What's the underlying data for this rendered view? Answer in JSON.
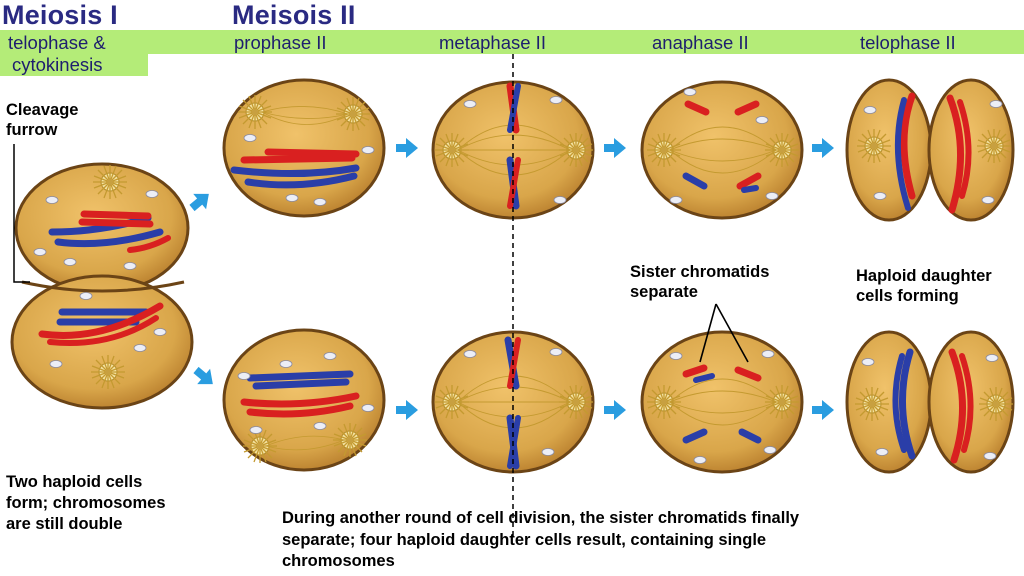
{
  "titles": {
    "meiosis1": "Meiosis I",
    "meiosis2": "Meisois II"
  },
  "stages": {
    "telophase1_line1": "telophase &",
    "telophase1_line2": "cytokinesis",
    "prophase2": "prophase II",
    "metaphase2": "metaphase II",
    "anaphase2": "anaphase II",
    "telophase2": "telophase II"
  },
  "labels": {
    "cleavage_line1": "Cleavage",
    "cleavage_line2": "furrow",
    "sister_line1": "Sister chromatids",
    "sister_line2": "separate",
    "haploid_line1": "Haploid daughter",
    "haploid_line2": "cells forming"
  },
  "captions": {
    "left_line1": "Two haploid cells",
    "left_line2": "form; chromosomes",
    "left_line3": "are still double",
    "bottom_line1": "During another round of cell division, the sister chromatids finally",
    "bottom_line2": "separate; four haploid daughter cells result, containing single",
    "bottom_line3": "chromosomes"
  },
  "colors": {
    "cell_fill": "#d9a64a",
    "cell_edge": "#6b4416",
    "chromosome_red": "#d92020",
    "chromosome_blue": "#2a3ea8",
    "arrow": "#2a9de0",
    "stage_band": "#b4ec78"
  }
}
